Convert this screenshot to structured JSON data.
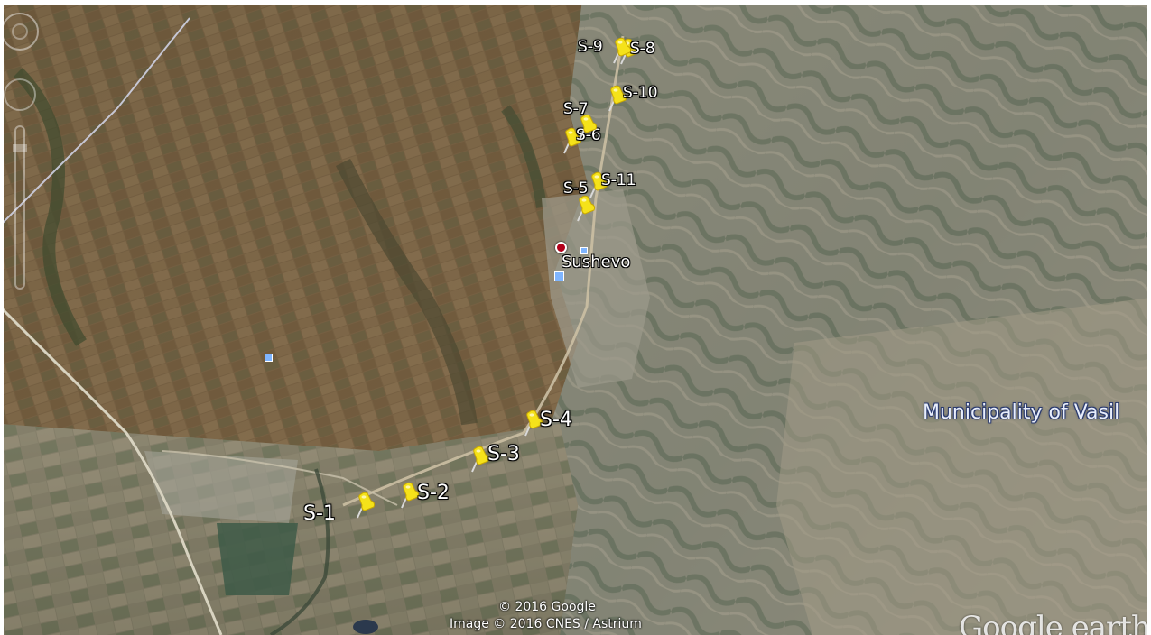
{
  "place": {
    "name": "Sushevo",
    "dot_color": "#b3001b"
  },
  "region_label": "Municipality of Vasil",
  "pins": [
    {
      "id": "S-1",
      "label": "S-1"
    },
    {
      "id": "S-2",
      "label": "S-2"
    },
    {
      "id": "S-3",
      "label": "S-3"
    },
    {
      "id": "S-4",
      "label": "S-4"
    },
    {
      "id": "S-5",
      "label": "S-5"
    },
    {
      "id": "S-6",
      "label": "S-6"
    },
    {
      "id": "S-7",
      "label": "S-7"
    },
    {
      "id": "S-8",
      "label": "S-8"
    },
    {
      "id": "S-9",
      "label": "S-9"
    },
    {
      "id": "S-10",
      "label": "S-10"
    },
    {
      "id": "S-11",
      "label": "S-11"
    }
  ],
  "credits": {
    "line1": "© 2016 Google",
    "line2": "Image © 2016 CNES / Astrium"
  },
  "logo_text": "Google earth",
  "colors": {
    "pin_fill": "#f5e21a",
    "pin_shade": "#c9a800",
    "label_text": "#ffffff"
  },
  "icons": {
    "pin": "pushpin-icon",
    "place": "place-dot-icon",
    "navigation": "navigation-control-icon"
  }
}
